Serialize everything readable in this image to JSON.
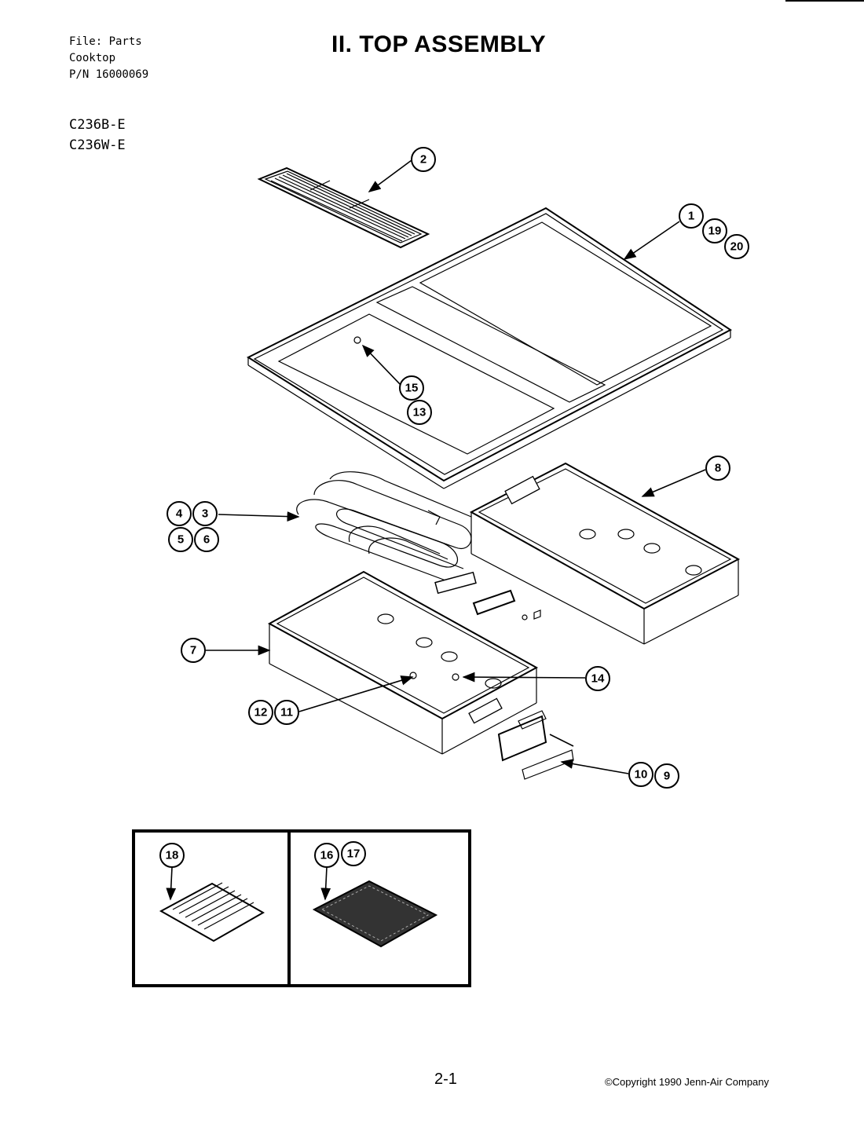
{
  "header": {
    "file_line": "File: Parts",
    "product_line": "Cooktop",
    "pn_line": "P/N 16000069"
  },
  "title": "II. TOP ASSEMBLY",
  "models": [
    "C236B-E",
    "C236W-E"
  ],
  "callouts": [
    "1",
    "19",
    "20",
    "2",
    "15",
    "13",
    "4",
    "3",
    "5",
    "6",
    "8",
    "7",
    "14",
    "12",
    "11",
    "10",
    "9",
    "18",
    "16",
    "17"
  ],
  "footer": {
    "page_number": "2-1",
    "copyright": "©Copyright 1990 Jenn-Air Company"
  }
}
